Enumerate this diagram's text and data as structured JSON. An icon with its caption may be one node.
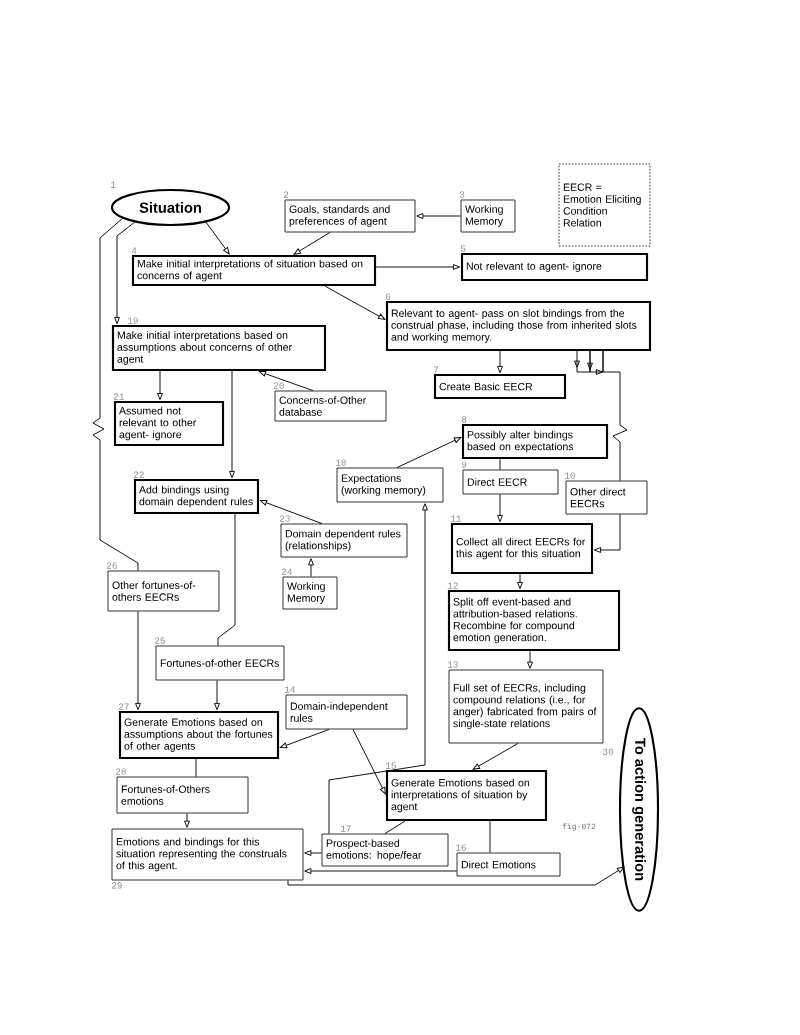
{
  "diagram": {
    "nodes": [
      {
        "text": [
          "Situation"
        ],
        "beside": [
          "1"
        ]
      },
      {
        "text": [
          "Goals, standards and preferences of agent"
        ],
        "beside": [
          "2"
        ]
      },
      {
        "text": [
          "Working Memory"
        ],
        "beside": [
          "3"
        ]
      },
      {
        "text": [
          "Make initial interpretations of situation based on concerns of agent"
        ],
        "beside": [
          "4"
        ]
      },
      {
        "text": [
          "Not relevant to agent- ignore"
        ],
        "beside": [
          "5"
        ]
      },
      {
        "text": [
          "Relevant to agent- pass on slot bindings from the construal phase, including those from inherited slots and working memory."
        ],
        "beside": [
          "6"
        ]
      },
      {
        "text": [
          "Create Basic EECR"
        ],
        "beside": [
          "7"
        ]
      },
      {
        "text": [
          "Possibly alter bindings based on expectations"
        ],
        "beside": [
          "8"
        ]
      },
      {
        "text": [
          "Direct EECR"
        ],
        "beside": [
          "9"
        ]
      },
      {
        "text": [
          "Other direct EECRs"
        ],
        "beside": [
          "10"
        ]
      },
      {
        "text": [
          "Collect all direct EECRs for this agent for this situation"
        ],
        "beside": [
          "11"
        ]
      },
      {
        "text": [
          "Split off event-based and attribution-based relations. Recombine for compound emotion generation."
        ],
        "beside": [
          "12"
        ]
      },
      {
        "text": [
          "Full set of EECRs, including compound relations (i.e., for anger) fabricated from pairs of single-state relations"
        ],
        "beside": [
          "13"
        ]
      },
      {
        "text": [
          "Domain-independent rules"
        ],
        "beside": [
          "14"
        ]
      },
      {
        "text": [
          "Generate Emotions based on interpretations of situation by agent"
        ],
        "beside": [
          "15"
        ]
      },
      {
        "text": [
          "Direct Emotions"
        ],
        "beside": [
          "16"
        ]
      },
      {
        "text": [
          "Prospect-based emotions: hope/fear"
        ],
        "beside": [
          "17"
        ]
      },
      {
        "text": [
          "Expectations (working memory)"
        ],
        "beside": [
          "18"
        ]
      },
      {
        "text": [
          "Make initial interpretations based on assumptions about concerns of other agent"
        ],
        "beside": [
          "19"
        ]
      },
      {
        "text": [
          "Concerns-of-Other database"
        ],
        "beside": [
          "20"
        ]
      },
      {
        "text": [
          "Assumed not relevant to other agent- ignore"
        ],
        "beside": [
          "21"
        ]
      },
      {
        "text": [
          "Add bindings using domain dependent rules"
        ],
        "beside": [
          "22"
        ]
      },
      {
        "text": [
          "Domain dependent rules (relationships)"
        ],
        "beside": [
          "23"
        ]
      },
      {
        "text": [
          "Working Memory"
        ],
        "beside": [
          "24"
        ]
      },
      {
        "text": [
          "Fortunes-of-other EECRs"
        ],
        "beside": [
          "25"
        ]
      },
      {
        "text": [
          "Other fortunes-of-others EECRs"
        ],
        "beside": [
          "26"
        ]
      },
      {
        "text": [
          "Generate Emotions based on assumptions about the fortunes of other agents"
        ],
        "beside": [
          "27"
        ]
      },
      {
        "text": [
          "Fortunes-of-Others emotions"
        ],
        "beside": [
          "28"
        ]
      },
      {
        "text": [
          "Emotions and bindings for this situation representing the construals of this agent."
        ],
        "beside": [
          "29"
        ]
      },
      {
        "text": [
          "To action generation"
        ],
        "beside": [
          "30"
        ]
      },
      {
        "text": [
          "EECR = Emotion Eliciting Condition Relation"
        ]
      }
    ],
    "edges": [
      {
        "from": 0,
        "to": 3,
        "arrow": "to"
      },
      {
        "from": 1,
        "to": 3,
        "arrow": "to"
      },
      {
        "from": 2,
        "to": 1,
        "arrow": "to"
      },
      {
        "from": 3,
        "to": 4,
        "arrow": "to"
      },
      {
        "from": 3,
        "to": 5,
        "arrow": "to"
      },
      {
        "from": 0,
        "to": 18,
        "arrow": "to"
      },
      {
        "from": 0,
        "to": 25,
        "arrow": "none"
      },
      {
        "from": 18,
        "to": 20,
        "arrow": "to"
      },
      {
        "from": 19,
        "to": 18,
        "arrow": "to"
      },
      {
        "from": 18,
        "to": 21,
        "arrow": "to"
      },
      {
        "from": 22,
        "to": 21,
        "arrow": "to"
      },
      {
        "from": 23,
        "to": 22,
        "arrow": "to"
      },
      {
        "from": 21,
        "to": 24,
        "arrow": "none"
      },
      {
        "from": 25,
        "to": 26,
        "arrow": "to"
      },
      {
        "from": 24,
        "to": 26,
        "arrow": "to"
      },
      {
        "from": 13,
        "to": 26,
        "arrow": "to"
      },
      {
        "from": 13,
        "to": 14,
        "arrow": "to"
      },
      {
        "from": 26,
        "to": 27,
        "arrow": "none"
      },
      {
        "from": 27,
        "to": 28,
        "arrow": "to"
      },
      {
        "from": 16,
        "to": 28,
        "arrow": "to"
      },
      {
        "from": 15,
        "to": 28,
        "arrow": "to"
      },
      {
        "from": 14,
        "to": 16,
        "arrow": "none"
      },
      {
        "from": 14,
        "to": 15,
        "arrow": "none"
      },
      {
        "from": 16,
        "to": 17,
        "arrow": "to"
      },
      {
        "from": 17,
        "to": 7,
        "arrow": "to"
      },
      {
        "from": 5,
        "to": 6,
        "arrow": "to"
      },
      {
        "from": 5,
        "to": 9,
        "arrow": "to"
      },
      {
        "from": 7,
        "to": 8,
        "arrow": "none"
      },
      {
        "from": 8,
        "to": 10,
        "arrow": "to"
      },
      {
        "from": 9,
        "to": 10,
        "arrow": "to"
      },
      {
        "from": 10,
        "to": 11,
        "arrow": "to"
      },
      {
        "from": 11,
        "to": 12,
        "arrow": "to"
      },
      {
        "from": 12,
        "to": 14,
        "arrow": "to"
      },
      {
        "from": 28,
        "to": 29,
        "arrow": "to"
      }
    ],
    "labels": [
      "fig-072"
    ]
  }
}
